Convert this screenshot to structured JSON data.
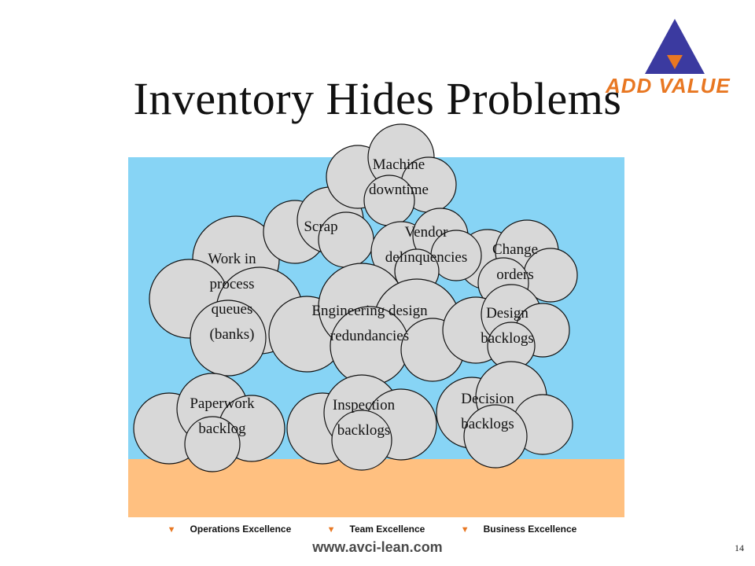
{
  "slide": {
    "title": "Inventory Hides Problems",
    "page_number": "14",
    "logo": {
      "text": "ADD VALUE",
      "colors": {
        "triangle": "#3b3aa0",
        "accent": "#e87722"
      }
    },
    "colors": {
      "water": "#87d4f5",
      "ground": "#ffc080",
      "cloud_fill": "#d8d8d8",
      "cloud_stroke": "#111111"
    }
  },
  "clouds": {
    "machine_downtime": [
      "Machine",
      "downtime"
    ],
    "scrap": [
      "Scrap"
    ],
    "vendor_delinquencies": [
      "Vendor",
      "delinquencies"
    ],
    "change_orders": [
      "Change",
      "orders"
    ],
    "wip": [
      "Work in",
      "process",
      "queues",
      "(banks)"
    ],
    "engineering": [
      "Engineering design",
      "redundancies"
    ],
    "design_backlogs": [
      "Design",
      "backlogs"
    ],
    "paperwork": [
      "Paperwork",
      "backlog"
    ],
    "inspection": [
      "Inspection",
      "backlogs"
    ],
    "decision": [
      "Decision",
      "backlogs"
    ]
  },
  "footer": {
    "items": [
      "Operations Excellence",
      "Team Excellence",
      "Business Excellence"
    ],
    "url": "www.avci-lean.com"
  }
}
